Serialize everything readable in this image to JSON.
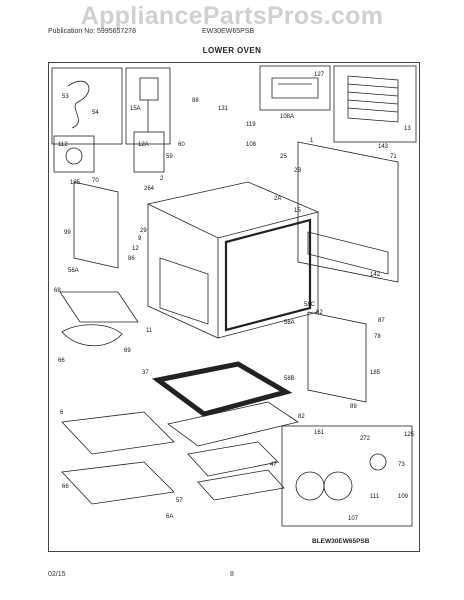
{
  "watermark": "AppliancePartsPros.com",
  "header": {
    "publication": "Publication No: 5995657278",
    "model": "EW30EW65PSB"
  },
  "title": "LOWER OVEN",
  "diagram_code": "BLEW30EW65PSB",
  "footer": {
    "date": "02/15",
    "page": "8"
  },
  "callouts": [
    "53",
    "54",
    "15A",
    "88",
    "131",
    "119",
    "108A",
    "127",
    "1",
    "13",
    "112",
    "12A",
    "59",
    "60",
    "108",
    "25",
    "2B",
    "143",
    "71",
    "185",
    "70",
    "2",
    "264",
    "2A",
    "15",
    "99",
    "12",
    "29",
    "9",
    "86",
    "56A",
    "142",
    "68",
    "58C",
    "62",
    "58A",
    "87",
    "11",
    "66",
    "69",
    "78",
    "37",
    "58B",
    "185",
    "82",
    "89",
    "6",
    "161",
    "272",
    "125",
    "47",
    "73",
    "109",
    "111",
    "107",
    "57",
    "66",
    "6A"
  ]
}
